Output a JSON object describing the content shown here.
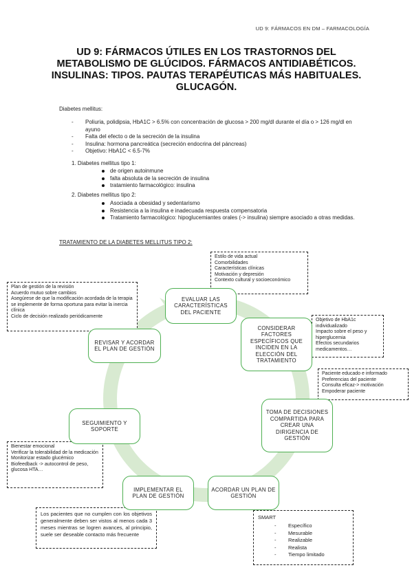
{
  "header": {
    "running": "UD 9: FÁRMACOS EN DM – FARMACOLOGÍA"
  },
  "title_lines": [
    "UD 9: FÁRMACOS ÚTILES EN LOS TRASTORNOS DEL",
    "METABOLISMO DE GLÚCIDOS. FÁRMACOS ANTIDIABÉTICOS.",
    "INSULINAS: TIPOS. PAUTAS TERAPÉUTICAS MÁS HABITUALES.",
    "GLUCAGÓN."
  ],
  "intro": "Diabetes mellitus:",
  "bullets": [
    "Poliuria, polidipsia, HbA1C > 6.5% con concentración de glucosa > 200 mg/dl durante el día o > 126 mg/dl en ayuno",
    "Falta del efecto o de la secreción de la insulina",
    "Insulina: hormona pancreática (secreción endocrina del páncreas)",
    "Objetivo: HbA1C < 6.5-7%"
  ],
  "type1": {
    "label": "1.   Diabetes mellitus tipo 1:",
    "items": [
      "de origen autoinmune",
      "falta absoluta de la secreción de insulina",
      "tratamiento farmacológico: insulina"
    ]
  },
  "type2": {
    "label": "2.   Diabetes mellitus tipo 2:",
    "items": [
      "Asociada a obesidad y sedentarismo",
      "Resistencia a la insulina e inadecuada respuesta compensatoria",
      "Tratamiento farmacológico: hipoglucemiantes orales (-> insulina) siempre asociado a otras medidas."
    ]
  },
  "section_title": "TRATAMIENTO DE LA DIABETES MELLITUS TIPO 2:",
  "colors": {
    "ring": "#d8ead1",
    "node_border": "#4caf50"
  },
  "nodes": {
    "evaluar": "EVALUAR LAS CARACTERÍSTICAS DEL PACIENTE",
    "considerar": "CONSIDERAR FACTORES ESPECÍFICOS QUE INCIDEN EN LA ELECCIÓN DEL TRATAMIENTO",
    "toma": "TOMA DE DECISIONES COMPARTIDA PARA CREAR UNA DIRIGENCIA DE GESTIÓN",
    "acordar": "ACORDAR UN PLAN DE GESTIÓN",
    "implementar": "IMPLEMENTAR EL PLAN DE GESTIÓN",
    "seguimiento": "SEGUIMIENTO Y SOPORTE",
    "revisar": "REVISAR Y ACORDAR EL PLAN DE GESTIÓN"
  },
  "notes": {
    "top": [
      "Estilo de vida actual",
      "Comorbilidades",
      "Características clínicas",
      "Motivación y depresión",
      "Contexto cultural y socioeconómico"
    ],
    "left": [
      "Plan de gestión de la revisión",
      "Acuerdo mutuo sobre cambios",
      "Asegúrese de que la modificación acordada de la terapia se implemente de forma oportuna para evitar la inercia clínica",
      "Ciclo de decisión realizado periódicamente"
    ],
    "right1": [
      "Objetivo de HbA1c individualizado",
      "Impacto sobre el peso y hiperglucemia",
      "Efectos secundarios medicamentos…"
    ],
    "right2": [
      "Paciente educado e informado",
      "Preferencias del paciente",
      "Consulta eficaz-> motivación",
      "Empoderar paciente"
    ],
    "left2": [
      "Bienestar emocional",
      "Verificar la tolerabilidad de la medicación",
      "Monitorizar estado glucémico",
      "Biofeedback -> autocontrol de peso, glucosa HTA…"
    ],
    "bottom": "Los pacientes que no cumplen con los objetivos generalmente deben ser vistos al menos cada 3 meses mientras se logren avances, al principio, suele ser deseable contacto más frecuente"
  },
  "smart": {
    "heading": "SMART",
    "items": [
      "Específico",
      "Mesurable",
      "Realizable",
      "Realista",
      "Tiempo limitado"
    ]
  }
}
